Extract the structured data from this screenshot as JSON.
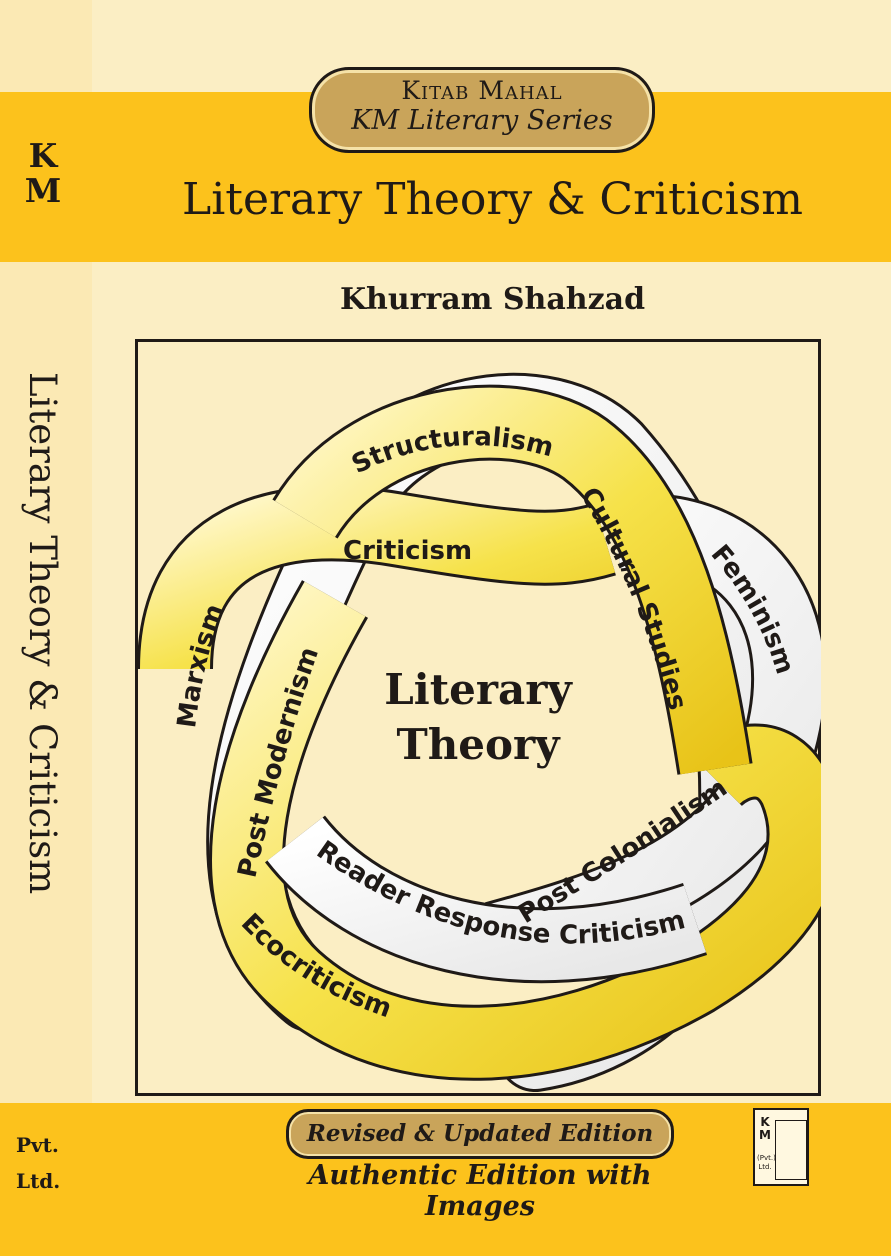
{
  "series": {
    "line1": "Kitab Mahal",
    "line2": "KM Literary Series"
  },
  "title": "Literary Theory & Criticism",
  "author": "Khurram Shahzad",
  "spine": {
    "logo_line1": "K",
    "logo_line2": "M",
    "title": "Literary Theory & Criticism",
    "pvt": "Pvt.",
    "ltd": "Ltd."
  },
  "diagram": {
    "center_line1": "Literary",
    "center_line2": "Theory",
    "labels": {
      "structuralism": "Structuralism",
      "criticism": "Criticism",
      "cultural_studies": "Cultural Studies",
      "feminism": "Feminism",
      "marxism": "Marxism",
      "post_modernism": "Post Modernism",
      "post_colonialism": "Post Colonialism",
      "reader_response": "Reader Response Criticism",
      "ecocriticism": "Ecocriticism"
    }
  },
  "edition": "Revised & Updated Edition",
  "authentic": "Authentic Edition with Images",
  "logo": {
    "k": "K",
    "m": "M",
    "pvt": "(Pvt.)",
    "ltd": "Ltd."
  },
  "colors": {
    "yellow_band": "#fcc21c",
    "cream": "#fbeec4",
    "badge": "#c9a45a",
    "ink": "#1f1a17"
  }
}
